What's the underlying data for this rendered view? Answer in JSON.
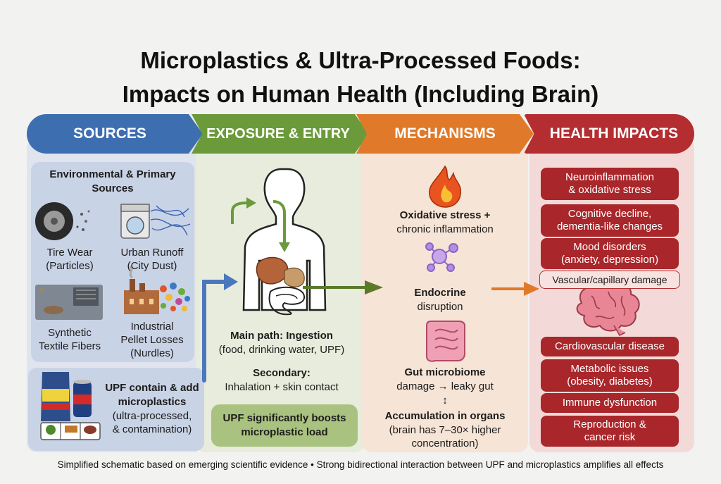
{
  "title": {
    "line1": "Microplastics & Ultra-Processed Foods:",
    "line2": "Impacts on Human Health (Including Brain)"
  },
  "columns": {
    "sources": "SOURCES",
    "exposure": "EXPOSURE & ENTRY",
    "mechanisms": "MECHANISMS",
    "health_impacts": "HEALTH IMPACTS"
  },
  "sources": {
    "heading_1": "Environmental & Primary",
    "heading_2": "Sources",
    "tire_1": "Tire Wear",
    "tire_2": "(Particles)",
    "runoff_1": "Urban Runoff",
    "runoff_2": "(City Dust)",
    "textile_1": "Synthetic",
    "textile_2": "Textile Fibers",
    "pellet_1": "Industrial",
    "pellet_2": "Pellet Losses",
    "pellet_3": "(Nurdles)",
    "upf_1": "UPF contain & add",
    "upf_2": "microplastics",
    "upf_3": "(ultra-processed,",
    "upf_4": "& contamination)"
  },
  "exposure": {
    "main_1": "Main path: Ingestion",
    "main_2": "(food, drinking water, UPF)",
    "secondary_1": "Secondary:",
    "secondary_2": "Inhalation + skin contact",
    "boost_1": "UPF significantly boosts",
    "boost_2": "microplastic load"
  },
  "mechanisms": {
    "oxid_1": "Oxidative stress +",
    "oxid_2": "chronic inflammation",
    "endo_1": "Endocrine",
    "endo_2": "disruption",
    "gut_1": "Gut microbiome",
    "gut_2": "damage → leaky gut",
    "updown": "↕",
    "acc_1": "Accumulation in organs",
    "acc_2": "(brain has 7–30× higher",
    "acc_3": "concentration)"
  },
  "health_impacts": {
    "i1_1": "Neuroinflammation",
    "i1_2": "& oxidative stress",
    "i2_1": "Cognitive decline,",
    "i2_2": "dementia-like changes",
    "i3_1": "Mood disorders",
    "i3_2": "(anxiety, depression)",
    "i4": "Vascular/capillary damage",
    "i5": "Cardiovascular disease",
    "i6_1": "Metabolic issues",
    "i6_2": "(obesity, diabetes)",
    "i7": "Immune dysfunction",
    "i8_1": "Reproduction &",
    "i8_2": "cancer risk"
  },
  "footer": "Simplified schematic based on emerging scientific evidence • Strong bidirectional interaction between UPF and microplastics amplifies all effects",
  "icons": [
    "tire-icon",
    "washing-machine-icon",
    "fibers-icon",
    "road-debris-icon",
    "factory-icon",
    "pellets-icon",
    "chips-bag-icon",
    "soda-can-icon",
    "food-tray-icon",
    "human-body-icon",
    "flame-icon",
    "molecule-icon",
    "intestine-icon",
    "brain-icon"
  ],
  "colors": {
    "sources": "#3d6fb0",
    "exposure": "#6b9a3a",
    "mechanisms": "#e07a2a",
    "health_impacts": "#b42d30"
  }
}
